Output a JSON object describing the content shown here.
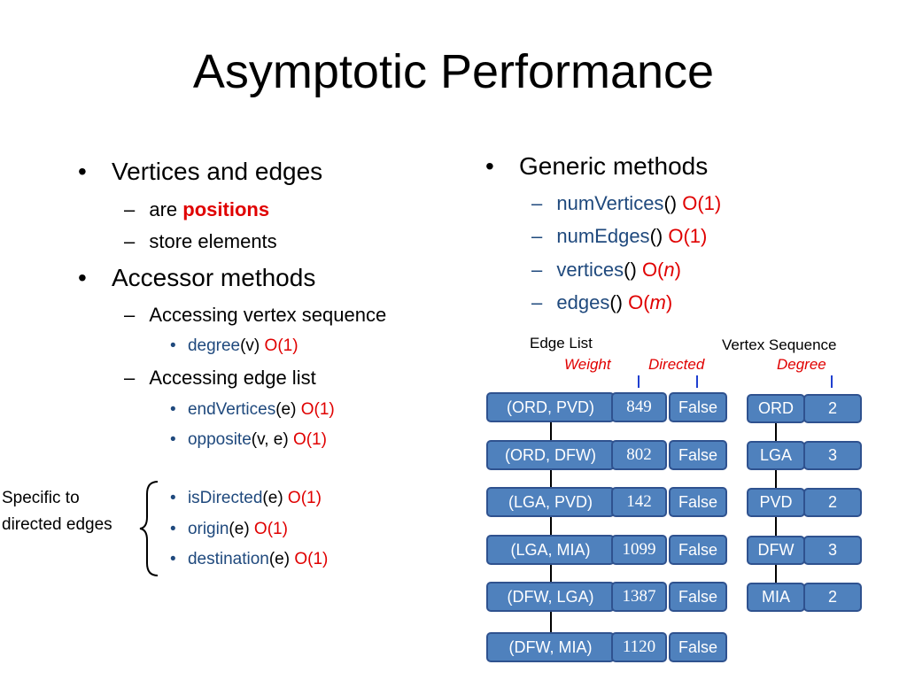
{
  "slide": {
    "title": "Asymptotic Performance",
    "left": {
      "b1": "Vertices and edges",
      "b1_s1_pre": "are ",
      "b1_s1_bold": "positions",
      "b1_s2": "store elements",
      "b2": "Accessor methods",
      "b2_s1": "Accessing vertex sequence",
      "degree_name": "degree",
      "degree_args": "(v) ",
      "degree_cost": "O(1)",
      "b2_s2": "Accessing edge list",
      "endv_name": "endVertices",
      "endv_args": "(e) ",
      "endv_cost": "O(1)",
      "opp_name": "opposite",
      "opp_args": "(v, e) ",
      "opp_cost": "O(1)",
      "isdir_name": "isDirected",
      "isdir_args": "(e) ",
      "isdir_cost": "O(1)",
      "origin_name": "origin",
      "origin_args": "(e) ",
      "origin_cost": "O(1)",
      "dest_name": "destination",
      "dest_args": "(e) ",
      "dest_cost": "O(1)",
      "side_note_1": "Specific to",
      "side_note_2": "directed edges",
      "brace": "{"
    },
    "right": {
      "b1": "Generic methods",
      "nv_name": "numVertices",
      "nv_args": "() ",
      "nv_cost": "O(1)",
      "ne_name": "numEdges",
      "ne_args": "() ",
      "ne_cost": "O(1)",
      "v_name": "vertices",
      "v_args": "() ",
      "v_cost_pre": "O(",
      "v_cost_var": "n",
      "v_cost_post": ")",
      "e_name": "edges",
      "e_args": "() ",
      "e_cost_pre": "O(",
      "e_cost_var": "m",
      "e_cost_post": ")"
    },
    "diagram": {
      "edge_list_label": "Edge List",
      "weight_label": "Weight",
      "directed_label": "Directed",
      "vertex_seq_label": "Vertex Sequence",
      "degree_label": "Degree",
      "edges": [
        {
          "key": "(ORD, PVD)",
          "weight": "849",
          "directed": "False"
        },
        {
          "key": "(ORD, DFW)",
          "weight": "802",
          "directed": "False"
        },
        {
          "key": "(LGA, PVD)",
          "weight": "142",
          "directed": "False"
        },
        {
          "key": "(LGA, MIA)",
          "weight": "1099",
          "directed": "False"
        },
        {
          "key": "(DFW, LGA)",
          "weight": "1387",
          "directed": "False"
        },
        {
          "key": "(DFW, MIA)",
          "weight": "1120",
          "directed": "False"
        }
      ],
      "vertices": [
        {
          "name": "ORD",
          "degree": "2"
        },
        {
          "name": "LGA",
          "degree": "3"
        },
        {
          "name": "PVD",
          "degree": "2"
        },
        {
          "name": "DFW",
          "degree": "3"
        },
        {
          "name": "MIA",
          "degree": "2"
        }
      ]
    }
  }
}
